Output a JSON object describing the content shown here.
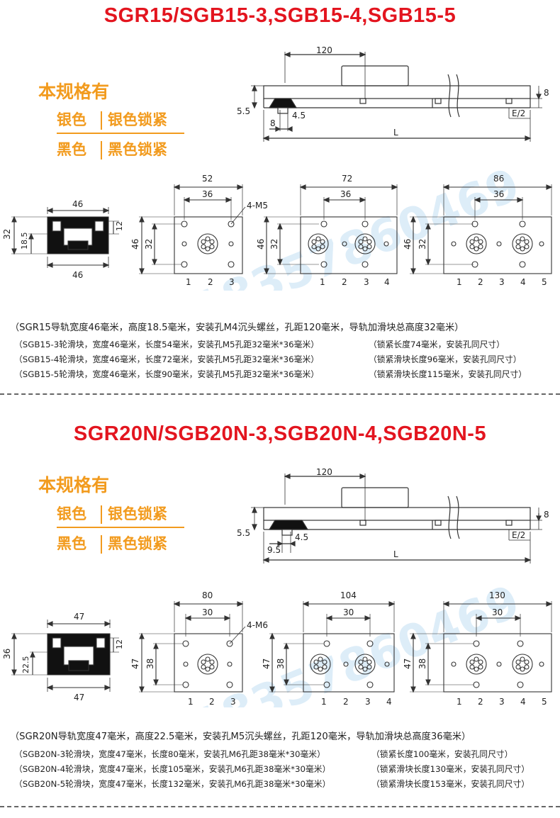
{
  "sections": [
    {
      "title": "SGR15/SGB15-3,SGB15-4,SGB15-5",
      "spec_heading": "本规格有",
      "options": [
        {
          "color": "银色",
          "lock": "银色锁紧"
        },
        {
          "color": "黑色",
          "lock": "黑色锁紧"
        }
      ],
      "side": {
        "spacing": "120",
        "h1": "5.5",
        "h2": "8",
        "d1": "8",
        "d2": "4.5",
        "half": "E/2",
        "length": "L"
      },
      "profile": {
        "top": "46",
        "bottom": "46",
        "h_total": "32",
        "h_rail": "18.5",
        "h_small": "12"
      },
      "blocks": [
        {
          "overall": "52",
          "hole": "36",
          "h": "46",
          "h2": "32",
          "callout": "4-M5",
          "wheels": [
            "1",
            "2",
            "3"
          ]
        },
        {
          "overall": "72",
          "hole": "36",
          "h": "46",
          "h2": "32",
          "callout": "",
          "wheels": [
            "1",
            "2",
            "3",
            "4"
          ]
        },
        {
          "overall": "86",
          "hole": "36",
          "h": "46",
          "h2": "32",
          "callout": "",
          "wheels": [
            "1",
            "2",
            "3",
            "4",
            "5"
          ]
        }
      ],
      "desc_main": "（SGR15导轨宽度46毫米，高度18.5毫米，安装孔M4沉头螺丝，孔距120毫米，导轨加滑块总高度32毫米）",
      "desc_lines": [
        {
          "left": "（SGB15-3轮滑块，宽度46毫米，长度54毫米，安装孔M5孔距32毫米*36毫米）",
          "right": "（锁紧长度74毫米，安装孔同尺寸）"
        },
        {
          "left": "（SGB15-4轮滑块，宽度46毫米，长度72毫米，安装孔M5孔距32毫米*36毫米）",
          "right": "（锁紧滑块长度96毫米，安装孔同尺寸）"
        },
        {
          "left": "（SGB15-5轮滑块，宽度46毫米，长度90毫米，安装孔M5孔距32毫米*36毫米）",
          "right": "（锁紧滑块长度115毫米，安装孔同尺寸）"
        }
      ]
    },
    {
      "title": "SGR20N/SGB20N-3,SGB20N-4,SGB20N-5",
      "spec_heading": "本规格有",
      "options": [
        {
          "color": "银色",
          "lock": "银色锁紧"
        },
        {
          "color": "黑色",
          "lock": "黑色锁紧"
        }
      ],
      "side": {
        "spacing": "120",
        "h1": "5.5",
        "h2": "8",
        "d1": "9.5",
        "d2": "4.5",
        "half": "E/2",
        "length": "L"
      },
      "profile": {
        "top": "47",
        "bottom": "47",
        "h_total": "36",
        "h_rail": "22.5",
        "h_small": "12"
      },
      "blocks": [
        {
          "overall": "80",
          "hole": "30",
          "h": "47",
          "h2": "38",
          "callout": "4-M6",
          "wheels": [
            "1",
            "2",
            "3"
          ]
        },
        {
          "overall": "104",
          "hole": "30",
          "h": "47",
          "h2": "38",
          "callout": "",
          "wheels": [
            "1",
            "2",
            "3",
            "4"
          ]
        },
        {
          "overall": "130",
          "hole": "30",
          "h": "47",
          "h2": "38",
          "callout": "",
          "wheels": [
            "1",
            "2",
            "3",
            "4",
            "5"
          ]
        }
      ],
      "desc_main": "（SGR20N导轨宽度47毫米，高度22.5毫米，安装孔M5沉头螺丝，孔距120毫米，导轨加滑块总高度36毫米）",
      "desc_lines": [
        {
          "left": "（SGB20N-3轮滑块，宽度47毫米，长度80毫米，安装孔M6孔距38毫米*30毫米）",
          "right": "（锁紧长度100毫米，安装孔同尺寸）"
        },
        {
          "left": "（SGB20N-4轮滑块，宽度47毫米，长度105毫米，安装孔M6孔距38毫米*30毫米）",
          "right": "（锁紧滑块长度130毫米，安装孔同尺寸）"
        },
        {
          "left": "（SGB20N-5轮滑块，宽度47毫米，长度132毫米，安装孔M6孔距38毫米*30毫米）",
          "right": "（锁紧滑块长度153毫米，安装孔同尺寸）"
        }
      ]
    }
  ],
  "watermark": "18357860469"
}
